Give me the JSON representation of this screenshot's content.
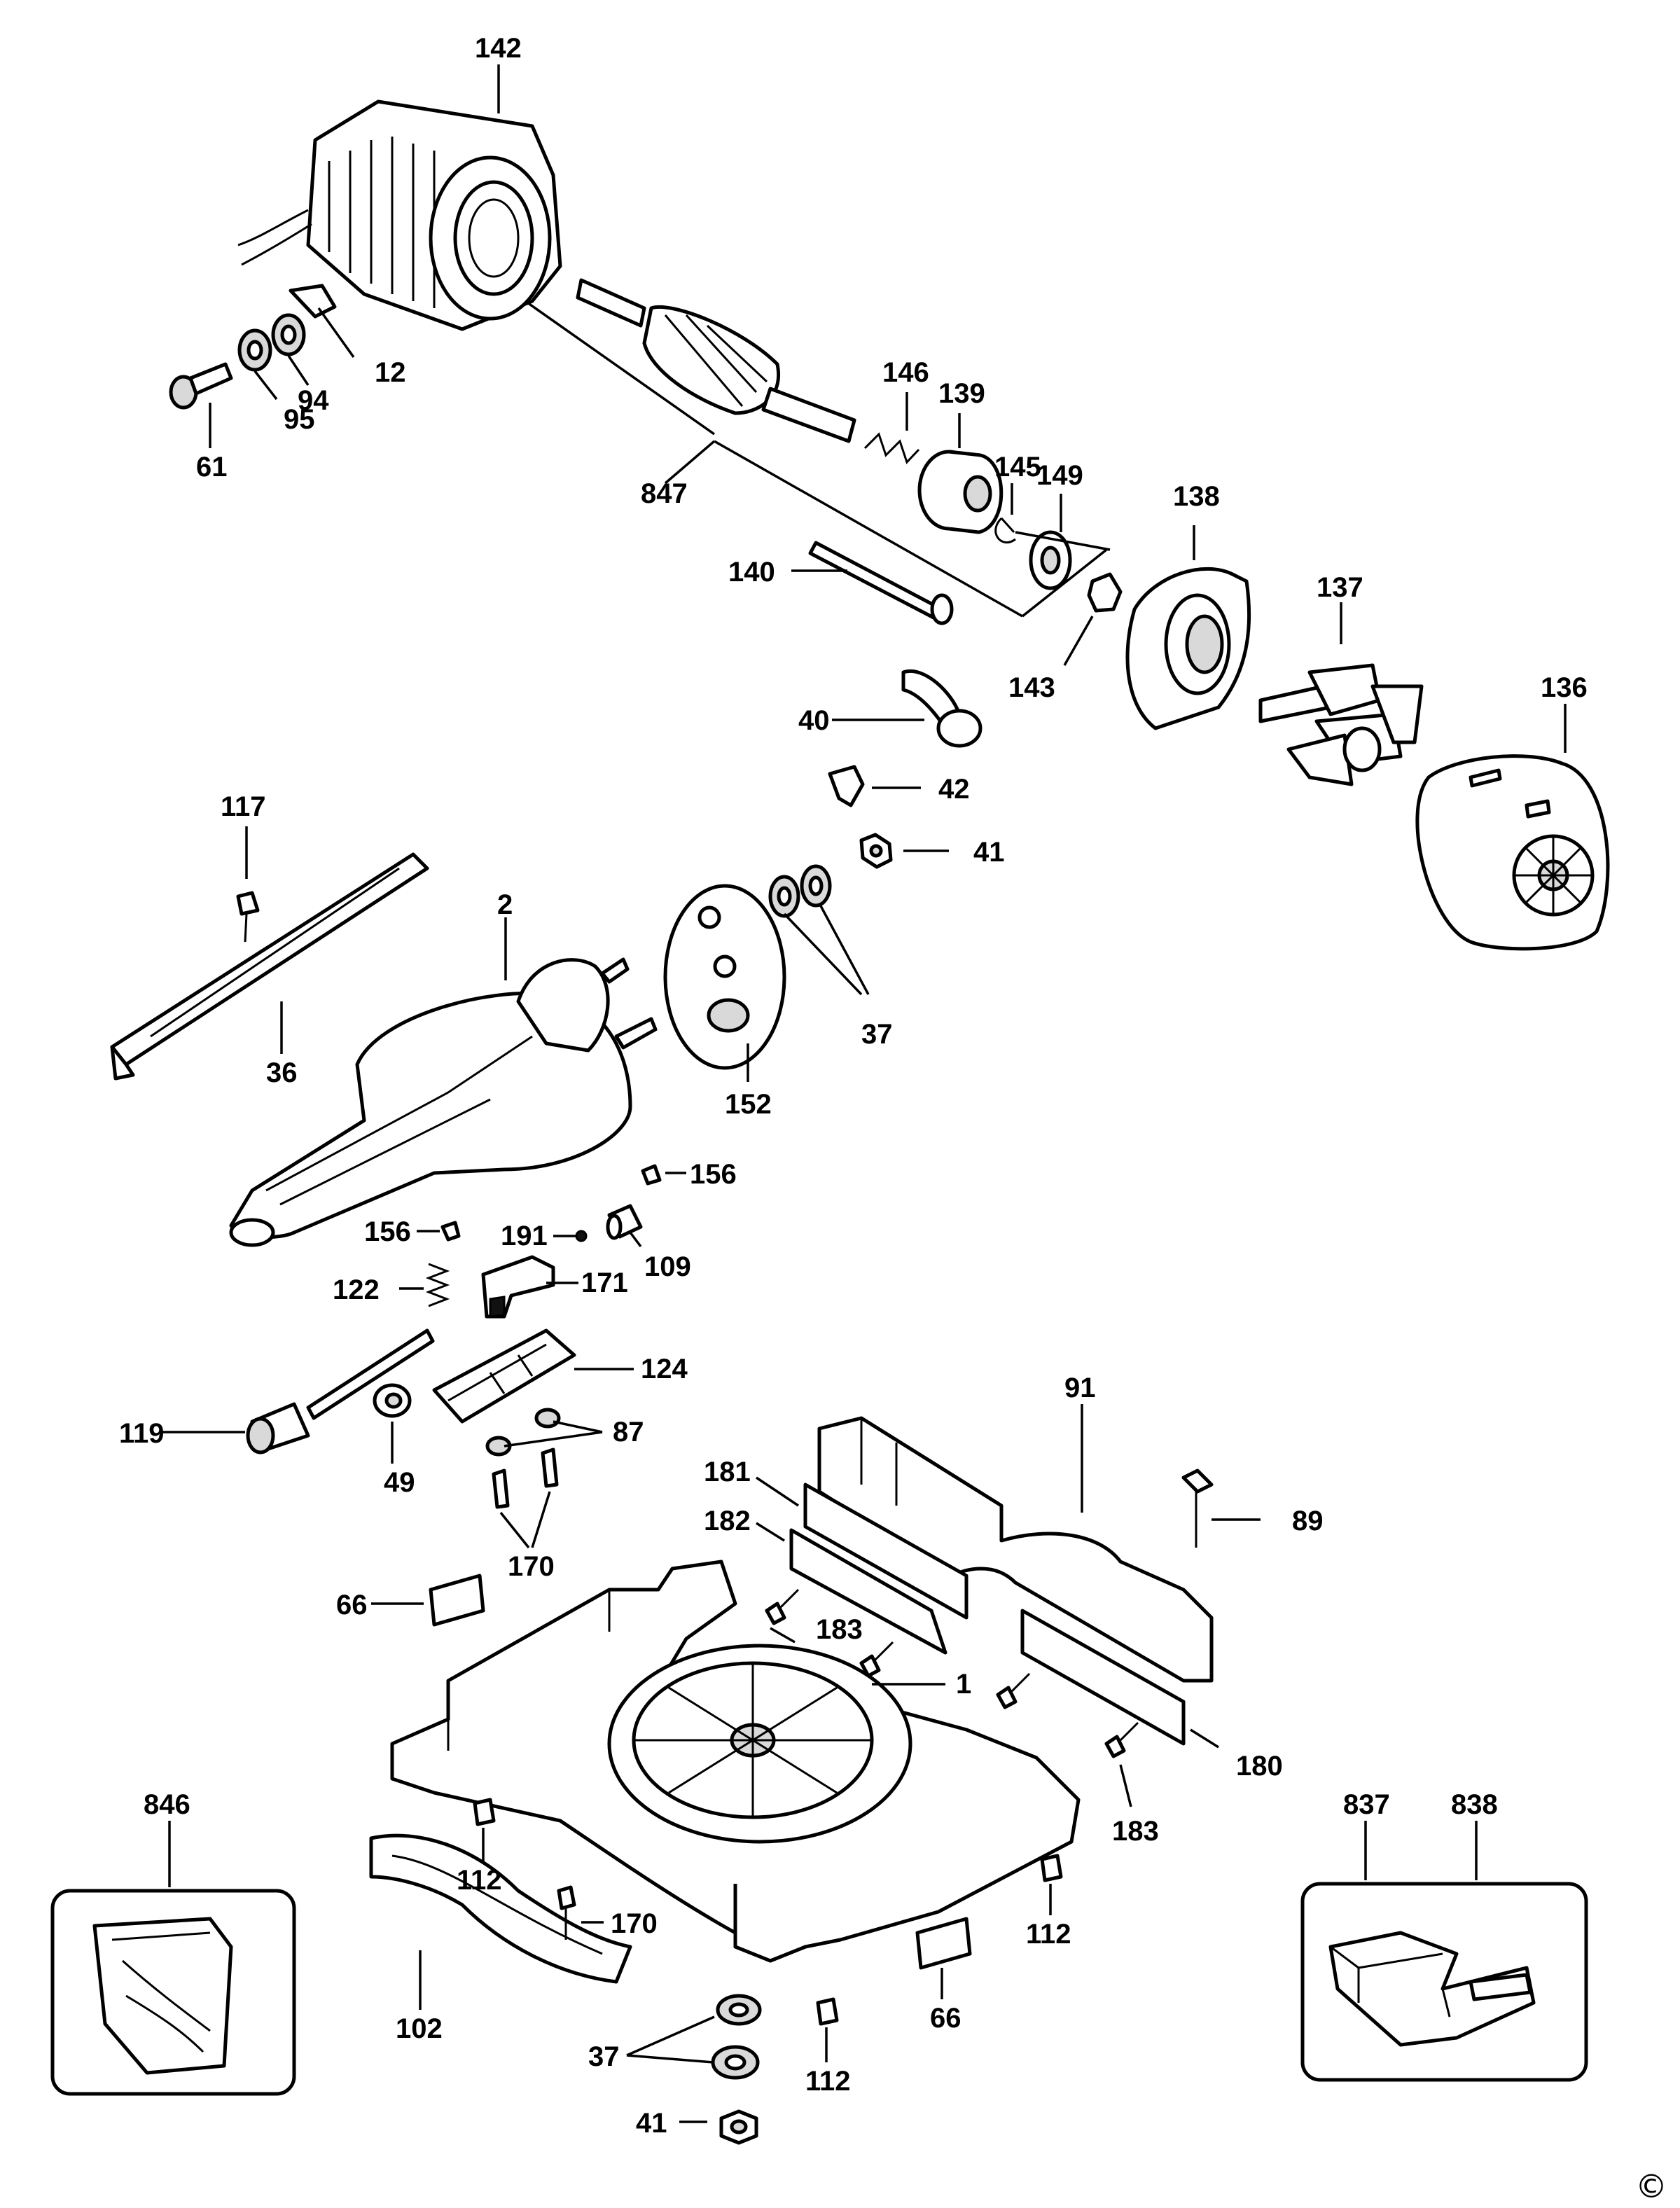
{
  "copyright_symbol": "©",
  "callouts": {
    "c142": "142",
    "c12": "12",
    "c94": "94",
    "c95": "95",
    "c61": "61",
    "c847": "847",
    "c146": "146",
    "c139": "139",
    "c145": "145",
    "c149": "149",
    "c140": "140",
    "c138": "138",
    "c137": "137",
    "c143": "143",
    "c136": "136",
    "c40": "40",
    "c42": "42",
    "c41a": "41",
    "c117": "117",
    "c2": "2",
    "c36": "36",
    "c152": "152",
    "c37a": "37",
    "c156a": "156",
    "c156b": "156",
    "c191": "191",
    "c109": "109",
    "c122": "122",
    "c171": "171",
    "c124": "124",
    "c119": "119",
    "c49": "49",
    "c87": "87",
    "c170a": "170",
    "c91": "91",
    "c181": "181",
    "c182": "182",
    "c89": "89",
    "c66a": "66",
    "c183a": "183",
    "c1": "1",
    "c180": "180",
    "c183b": "183",
    "c846": "846",
    "c837": "837",
    "c838": "838",
    "c112a": "112",
    "c170b": "170",
    "c112b": "112",
    "c102": "102",
    "c66b": "66",
    "c37b": "37",
    "c112c": "112",
    "c41b": "41"
  }
}
